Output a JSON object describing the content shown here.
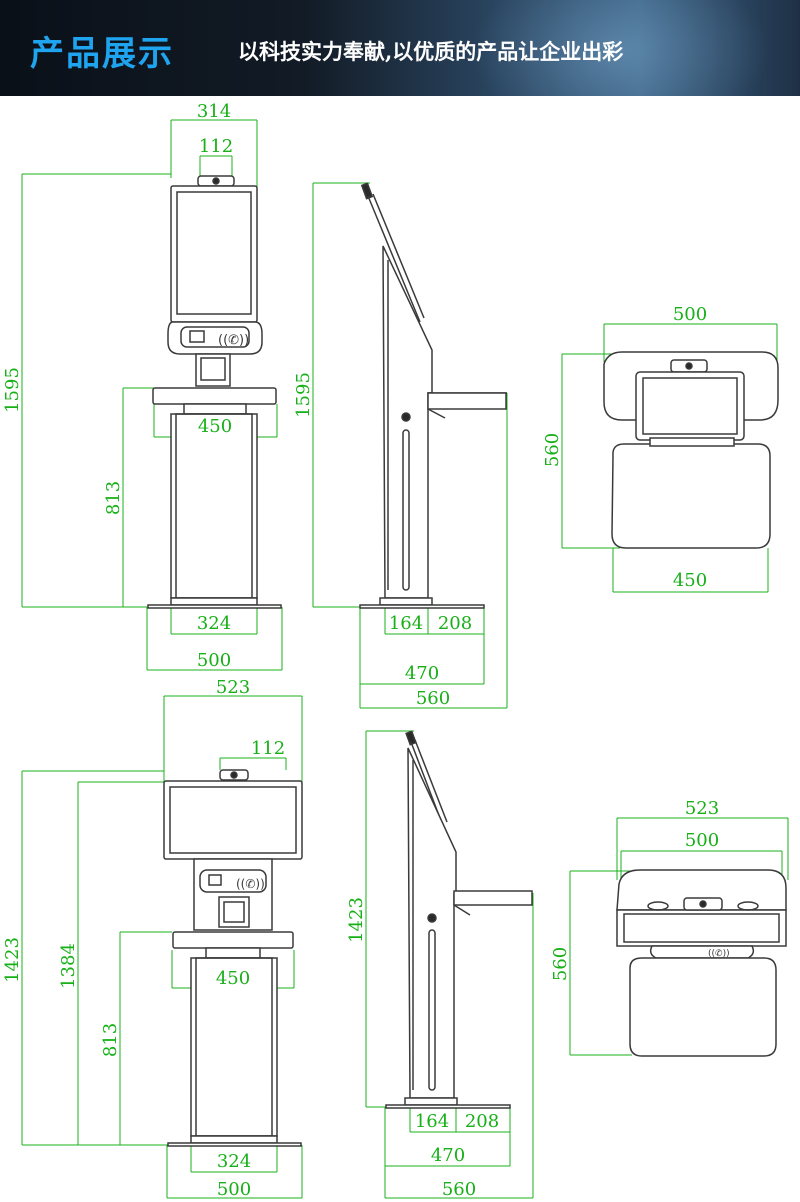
{
  "header": {
    "title": "产品展示",
    "slogan": "以科技实力奉献,以优质的产品让企业出彩"
  },
  "colors": {
    "dimension": "#18b018",
    "outline": "#3a3a3a",
    "title_accent": "#1fa4f0"
  },
  "drawings": {
    "portrait_front": {
      "width": "314",
      "camera": "112",
      "height": "1595",
      "desk_height": "813",
      "shelf": "450",
      "base_inner": "324",
      "base_outer": "500"
    },
    "portrait_side": {
      "height": "1595",
      "front": "164",
      "back": "208",
      "depth_inner": "470",
      "depth_outer": "560"
    },
    "portrait_top": {
      "width": "500",
      "depth": "560",
      "shelf": "450"
    },
    "landscape_front": {
      "width": "523",
      "camera": "112",
      "height": "1423",
      "screen_bottom": "1384",
      "desk_height": "813",
      "shelf": "450",
      "base_inner": "324",
      "base_outer": "500"
    },
    "landscape_side": {
      "height": "1423",
      "front": "164",
      "back": "208",
      "depth_inner": "470",
      "depth_outer": "560"
    },
    "landscape_top": {
      "width_outer": "523",
      "width_inner": "500",
      "depth": "560"
    }
  }
}
